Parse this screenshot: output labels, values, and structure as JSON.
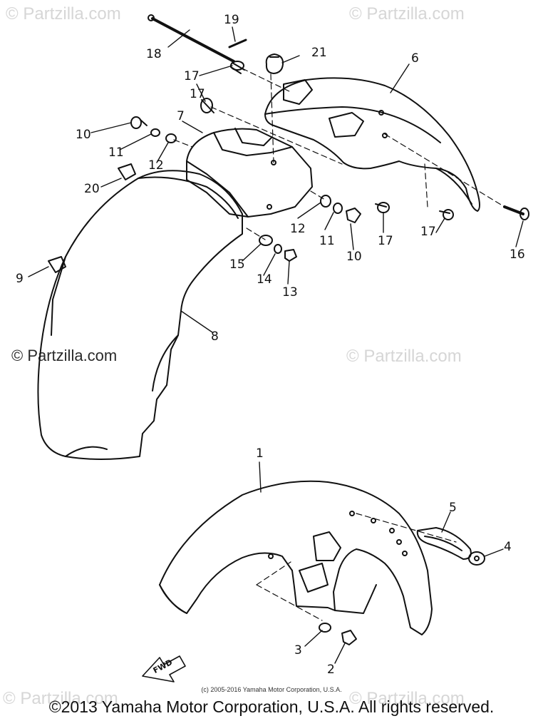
{
  "watermarks": {
    "tl": "© Partzilla.com",
    "tr": "© Partzilla.com",
    "mid_left": "© Partzilla.com",
    "mid_right": "© Partzilla.com",
    "bl": "© Partzilla.com",
    "br": "© Partzilla.com"
  },
  "callouts": {
    "c1": "1",
    "c2": "2",
    "c3": "3",
    "c4": "4",
    "c5": "5",
    "c6": "6",
    "c7": "7",
    "c8": "8",
    "c9": "9",
    "c10a": "10",
    "c10b": "10",
    "c11a": "11",
    "c11b": "11",
    "c12a": "12",
    "c12b": "12",
    "c13": "13",
    "c14": "14",
    "c15": "15",
    "c16": "16",
    "c17a": "17",
    "c17b": "17",
    "c17c": "17",
    "c17d": "17",
    "c18": "18",
    "c19": "19",
    "c20": "20",
    "c21": "21"
  },
  "fwd_label": "FWD",
  "small_copyright": "(c) 2005-2016 Yamaha Motor Corporation, U.S.A.",
  "footer": "©2013 Yamaha Motor Corporation, U.S.A. All rights reserved."
}
